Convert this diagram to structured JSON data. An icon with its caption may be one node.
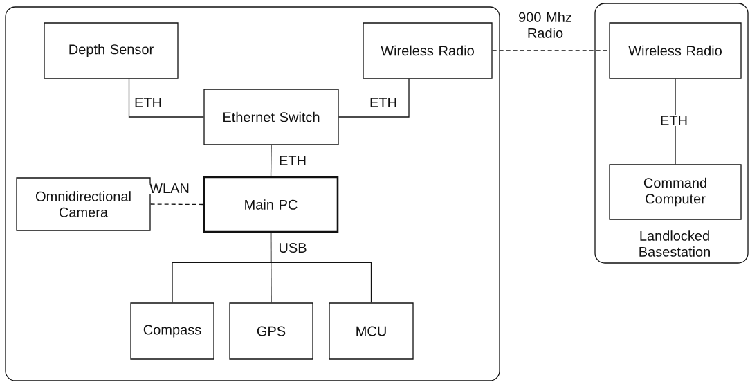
{
  "diagram": {
    "nodes": [
      {
        "text": [],
        "shape": "box"
      },
      {
        "text": [
          "Depth Sensor"
        ],
        "in": 0
      },
      {
        "text": [
          "Wireless Radio"
        ],
        "in": 0
      },
      {
        "text": [
          "Ethernet Switch"
        ],
        "in": 0
      },
      {
        "text": [
          "Omnidirectional Camera"
        ],
        "in": 0
      },
      {
        "text": [
          "Main PC"
        ],
        "in": 0
      },
      {
        "text": [
          "Compass"
        ],
        "in": 0
      },
      {
        "text": [
          "GPS"
        ],
        "in": 0
      },
      {
        "text": [
          "MCU"
        ],
        "in": 0
      },
      {
        "text": [
          "Landlocked Basestation"
        ]
      },
      {
        "text": [
          "Wireless Radio"
        ],
        "in": 9
      },
      {
        "text": [
          "Command Computer"
        ],
        "in": 9
      }
    ],
    "edges": [
      {
        "from": 1,
        "to": 3,
        "arrow": "none",
        "label": "ETH"
      },
      {
        "from": 2,
        "to": 3,
        "arrow": "none",
        "label": "ETH"
      },
      {
        "from": 3,
        "to": 5,
        "arrow": "none",
        "label": "ETH"
      },
      {
        "from": 4,
        "to": 5,
        "arrow": "none",
        "label": "WLAN",
        "style": "dashed"
      },
      {
        "from": 5,
        "to": 6,
        "arrow": "none"
      },
      {
        "from": 5,
        "to": 7,
        "arrow": "none",
        "label": "USB"
      },
      {
        "from": 5,
        "to": 8,
        "arrow": "none"
      },
      {
        "from": 2,
        "to": 10,
        "arrow": "none",
        "label": "900 Mhz Radio",
        "style": "dashed"
      },
      {
        "from": 10,
        "to": 11,
        "arrow": "none",
        "label": "ETH"
      }
    ]
  }
}
